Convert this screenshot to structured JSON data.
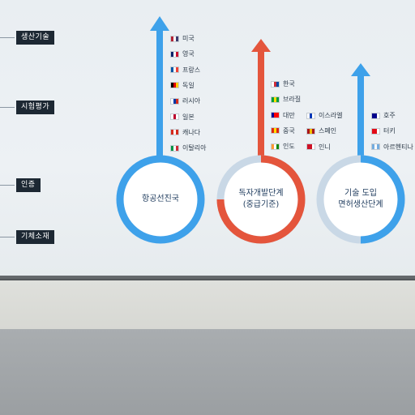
{
  "stages": [
    {
      "label": "생산기술"
    },
    {
      "label": "시험평가"
    },
    {
      "label": "인증"
    },
    {
      "label": "기체소재"
    }
  ],
  "groups": [
    {
      "circle_label_lines": [
        "항공선진국"
      ],
      "color": "#3ea1ea",
      "countries": [
        {
          "name": "미국",
          "flag": [
            "#b22234",
            "#ffffff",
            "#3c3b6e"
          ]
        },
        {
          "name": "영국",
          "flag": [
            "#012169",
            "#ffffff",
            "#c8102e"
          ]
        },
        {
          "name": "프랑스",
          "flag": [
            "#0055a4",
            "#ffffff",
            "#ef4135"
          ]
        },
        {
          "name": "독일",
          "flag": [
            "#000000",
            "#dd0000",
            "#ffce00"
          ]
        },
        {
          "name": "러시아",
          "flag": [
            "#ffffff",
            "#0039a6",
            "#d52b1e"
          ]
        },
        {
          "name": "일본",
          "flag": [
            "#ffffff",
            "#bc002d",
            "#ffffff"
          ]
        },
        {
          "name": "캐나다",
          "flag": [
            "#d52b1e",
            "#ffffff",
            "#d52b1e"
          ]
        },
        {
          "name": "이탈리아",
          "flag": [
            "#009246",
            "#ffffff",
            "#ce2b37"
          ]
        }
      ]
    },
    {
      "circle_label_lines": [
        "독자개발단계",
        "(중급기준)"
      ],
      "color": "#e4553c",
      "countries": [
        {
          "name": "한국",
          "flag": [
            "#ffffff",
            "#cd2e3a",
            "#0047a0"
          ]
        },
        {
          "name": "브라질",
          "flag": [
            "#009c3b",
            "#ffdf00",
            "#009c3b"
          ]
        },
        {
          "name": "대만",
          "flag": [
            "#000095",
            "#fe0000",
            "#fe0000"
          ]
        },
        {
          "name": "중국",
          "flag": [
            "#de2910",
            "#ffde00",
            "#de2910"
          ]
        },
        {
          "name": "인도",
          "flag": [
            "#ff9933",
            "#ffffff",
            "#138808"
          ]
        }
      ],
      "countries_col2": [
        {
          "name": "이스라엘",
          "flag": [
            "#ffffff",
            "#0038b8",
            "#ffffff"
          ]
        },
        {
          "name": "스페인",
          "flag": [
            "#aa151b",
            "#f1bf00",
            "#aa151b"
          ]
        },
        {
          "name": "인니",
          "flag": [
            "#ce1126",
            "#ce1126",
            "#ffffff"
          ]
        }
      ]
    },
    {
      "circle_label_lines": [
        "기술 도입",
        "면허생산단계"
      ],
      "color": "#3ea1ea",
      "countries": [
        {
          "name": "호주",
          "flag": [
            "#00008b",
            "#00008b",
            "#ffffff"
          ]
        },
        {
          "name": "터키",
          "flag": [
            "#e30a17",
            "#e30a17",
            "#ffffff"
          ]
        },
        {
          "name": "아르헨티나",
          "flag": [
            "#74acdf",
            "#ffffff",
            "#74acdf"
          ]
        }
      ]
    }
  ]
}
